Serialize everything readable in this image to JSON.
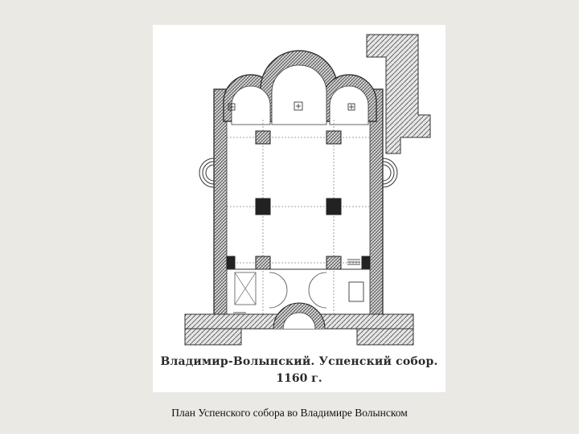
{
  "figure": {
    "title": "Владимир-Волынский. Успенский собор.",
    "date": "1160 г."
  },
  "caption": "План Успенского собора во Владимире Волынском",
  "icons": {
    "altar_mark": "cross-in-square-icon",
    "stair": "stair-icon"
  },
  "colors": {
    "background": "#ebe9e4",
    "paper": "#ffffff",
    "ink": "#2b2b2b"
  }
}
